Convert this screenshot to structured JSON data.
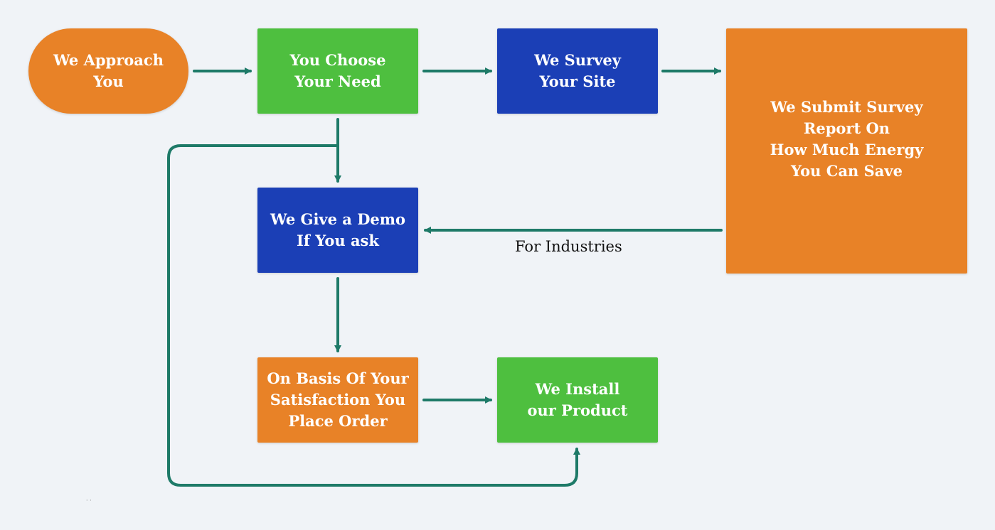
{
  "colors": {
    "background": "#f0f3f7",
    "orange": "#e88227",
    "green": "#4ebf3f",
    "blue": "#1b3fb6",
    "connector": "#1e7a68"
  },
  "nodes": {
    "approach": "We Approach\nYou",
    "choose": "You Choose\nYour Need",
    "survey": "We Survey\nYour Site",
    "report": "We Submit Survey\nReport On\nHow Much Energy\nYou Can Save",
    "demo": "We Give a Demo\nIf You ask",
    "order": "On Basis Of Your\nSatisfaction You\nPlace Order",
    "install": "We Install\nour Product"
  },
  "edges": {
    "report_to_demo_label": "For Industries"
  },
  "footnote": "· ·"
}
